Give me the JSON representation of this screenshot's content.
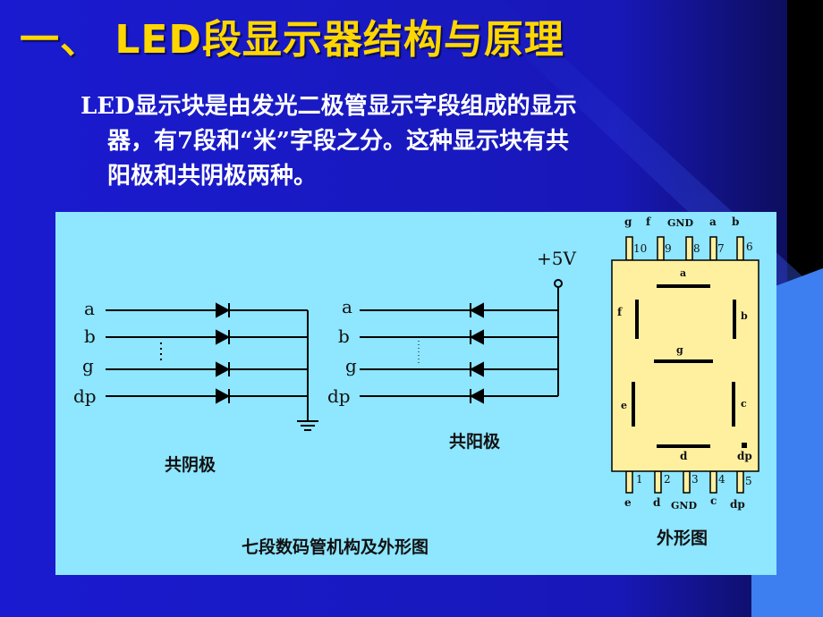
{
  "slide": {
    "title": "一、  LED段显示器结构与原理",
    "body_line1": "LED显示块是由发光二极管显示字段组成的显示",
    "body_line2": "器，有7段和“米”字段之分。这种显示块有共",
    "body_line3": "阳极和共阴极两种。"
  },
  "figure": {
    "caption": "七段数码管机构及外形图",
    "common_cathode": {
      "label": "共阴极",
      "inputs": [
        "a",
        "b",
        "g",
        "dp"
      ]
    },
    "common_anode": {
      "label": "共阳极",
      "supply": "+5V",
      "inputs": [
        "a",
        "b",
        "g",
        "dp"
      ]
    },
    "package": {
      "label": "外形图",
      "top_pin_letters": [
        "g",
        "f",
        "GND",
        "a",
        "b"
      ],
      "top_pin_numbers": [
        "10",
        "9",
        "8",
        "7",
        "6"
      ],
      "bottom_pin_numbers": [
        "1",
        "2",
        "3",
        "4",
        "5"
      ],
      "bottom_pin_letters": [
        "e",
        "d",
        "GND",
        "c",
        "dp"
      ],
      "segments": [
        "a",
        "b",
        "c",
        "d",
        "e",
        "f",
        "g",
        "dp"
      ]
    }
  },
  "colors": {
    "background": "#1b1cc2",
    "title": "#ffd700",
    "text": "#ffffff",
    "figure_bg": "#8ee6ff",
    "package_body": "#fff0a0"
  }
}
